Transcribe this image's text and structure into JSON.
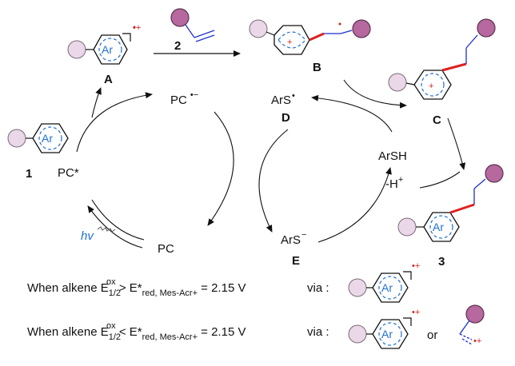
{
  "compounds": {
    "A": "A",
    "B": "B",
    "C": "C",
    "D": "D",
    "E": "E",
    "one": "1",
    "two": "2",
    "three": "3"
  },
  "ring_label": "Ar",
  "species": {
    "pc_radical_anion": "PC",
    "pc_radical_anion_sup": "•−",
    "pc_excited": "PC*",
    "pc": "PC",
    "ars_radical": "ArS",
    "ars_radical_sup": "•",
    "ars_anion": "ArS",
    "ars_anion_sup": "−",
    "arsh": "ArSH",
    "proton_loss": "-H",
    "proton_loss_sup": "+",
    "hv": "hv",
    "radical_cation": "•+",
    "cation": "+"
  },
  "conditions": [
    {
      "prefix": "When alkene E",
      "sub1": "1/2",
      "sup1": "ox",
      "op": " > ",
      "mid": "E*",
      "sub2": "red, Mes-Acr+",
      "tail": " = 2.15 V",
      "via": "via :"
    },
    {
      "prefix": "When alkene E",
      "sub1": "1/2",
      "sup1": "ox",
      "op": " < ",
      "mid": "E*",
      "sub2": "red, Mes-Acr+",
      "tail": " = 2.15 V",
      "via": "via :",
      "or": "or"
    }
  ],
  "colors": {
    "ring_blue": "#1f6fd1",
    "ball_fill": "#ead8e8",
    "alkene_ball_fill": "#b7689f",
    "new_bond_red": "#e02020",
    "chain_blue": "#1f2fd1"
  }
}
